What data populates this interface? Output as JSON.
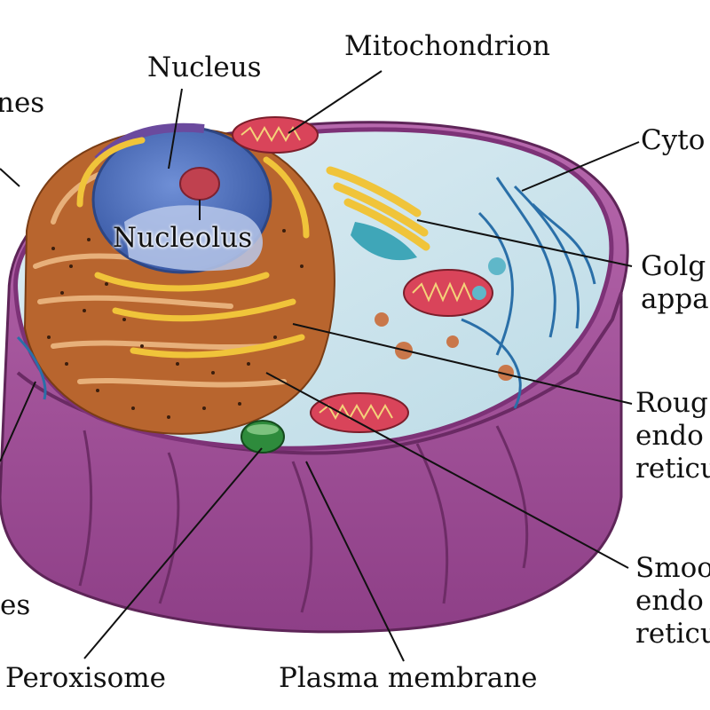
{
  "figure": {
    "labels": {
      "nucleus": "Nucleus",
      "mitochondrion": "Mitochondrion",
      "nucleolus": "Nucleolus",
      "ribosomes_partial": "nes",
      "cytoskeleton_partial": "Cyto",
      "golgi_partial_line1": "Golg",
      "golgi_partial_line2": "appa",
      "rough_er_partial_line1": "Roug",
      "rough_er_partial_line2": "endo",
      "rough_er_partial_line3": "reticu",
      "smooth_er_partial_line1": "Smoo",
      "smooth_er_partial_line2": "endo",
      "smooth_er_partial_line3": "reticu",
      "lysosomes_partial": "es",
      "peroxisome": "Peroxisome",
      "plasma_membrane": "Plasma membrane"
    },
    "colors": {
      "cytoplasm": "#cfe6ee",
      "membrane_purple": "#a8559f",
      "membrane_dark": "#7d3277",
      "nucleus_blue": "#4a6bb8",
      "nucleolus_red": "#c0414f",
      "golgi_yellow": "#f0c43a",
      "rough_er_brown": "#b8652e",
      "mitochondria_red": "#d9445a",
      "peroxisome_green": "#2e8b3c",
      "cytoskeleton_blue": "#2a6fa8",
      "leader_line": "#111111"
    }
  }
}
